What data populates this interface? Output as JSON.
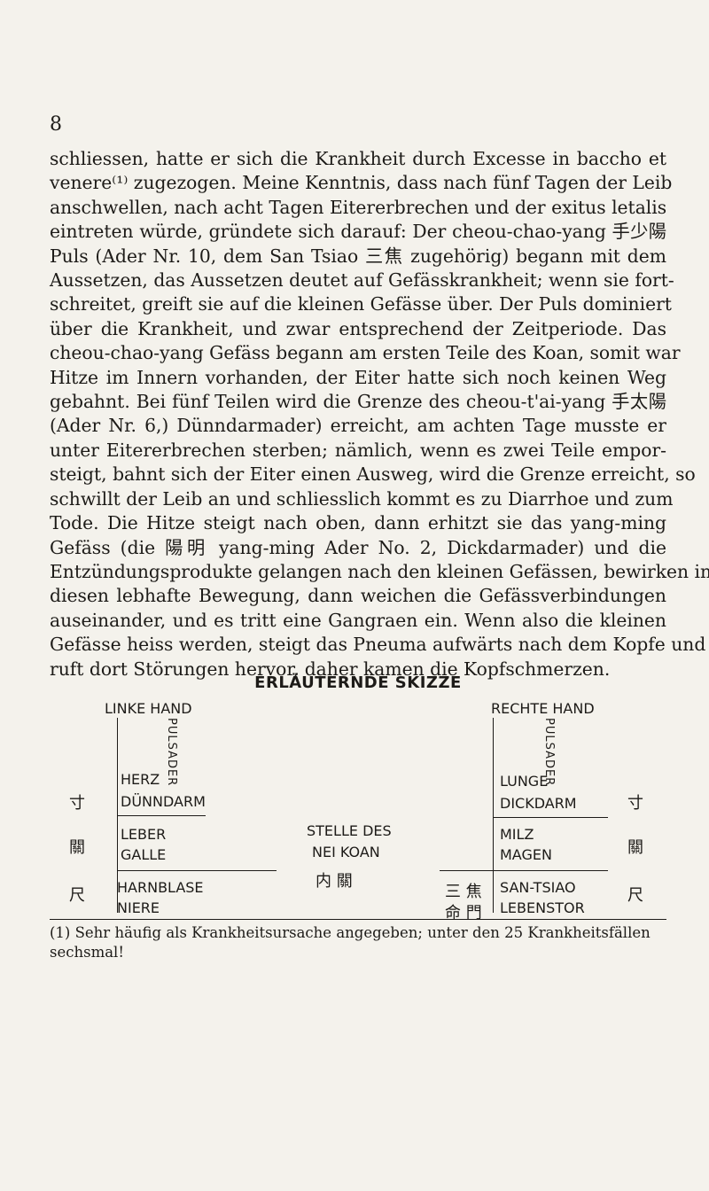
{
  "page": {
    "number": "8",
    "paragraph_lines": [
      "schliessen, hatte er sich die Krankheit durch Excesse in baccho et",
      "venere⁽¹⁾ zugezogen. Meine Kenntnis, dass nach fünf Tagen der Leib",
      "anschwellen, nach acht Tagen Eitererbrechen und der exitus letalis",
      "eintreten würde, gründete sich darauf: Der cheou-chao-yang 手少陽",
      "Puls (Ader Nr. 10, dem San Tsiao 三焦 zugehörig) begann mit dem",
      "Aussetzen, das Aussetzen deutet auf Gefässkrankheit; wenn sie fort-",
      "schreitet, greift sie auf die kleinen Gefässe über. Der Puls dominiert",
      "über die Krankheit, und zwar entsprechend der Zeitperiode. Das",
      "cheou-chao-yang Gefäss begann am ersten Teile des Koan, somit war",
      "Hitze im Innern vorhanden, der Eiter hatte sich noch keinen Weg",
      "gebahnt. Bei fünf Teilen wird die Grenze des cheou-t'ai-yang 手太陽",
      "(Ader Nr. 6,) Dünndarmader) erreicht, am achten Tage musste er",
      "unter Eitererbrechen sterben; nämlich, wenn es zwei Teile empor-",
      "steigt, bahnt sich der Eiter einen Ausweg, wird die Grenze erreicht, so",
      "schwillt der Leib an und schliesslich kommt es zu Diarrhoe und zum",
      "Tode. Die Hitze steigt nach oben, dann erhitzt sie das yang-ming",
      "Gefäss (die 陽明 yang-ming Ader No. 2, Dickdarmader) und die",
      "Entzündungsprodukte gelangen nach den kleinen Gefässen, bewirken in",
      "diesen lebhafte Bewegung, dann weichen die Gefässverbindungen",
      "auseinander, und es tritt eine Gangraen ein. Wenn also die kleinen",
      "Gefässe heiss werden, steigt das Pneuma aufwärts nach dem Kopfe und",
      "ruft dort Störungen hervor, daher kamen die Kopfschmerzen."
    ],
    "figure": {
      "title": "ERLÄUTERNDE SKIZZE",
      "left_hand": "LINKE HAND",
      "right_hand": "RECHTE HAND",
      "pulse_artery": "PULSADER",
      "left_labels": [
        "HERZ",
        "DÜNNDARM",
        "LEBER",
        "GALLE",
        "HARNBLASE",
        "NIERE"
      ],
      "right_labels": [
        "LUNGE",
        "DICKDARM",
        "MILZ",
        "MAGEN",
        "SAN-TSIAO",
        "LEBENSTOR"
      ],
      "center_line1": "STELLE DES",
      "center_line2": "NEI KOAN",
      "center_cjk": "内  關",
      "cjk_cun": "寸",
      "cjk_guan": "關",
      "cjk_chi": "尺",
      "cjk_sanjiao": "三 焦",
      "cjk_mingmen": "命 門"
    },
    "footnote": "(1) Sehr häufig als Krankheitsursache angegeben; unter den 25 Krankheitsfällen sechsmal!"
  }
}
